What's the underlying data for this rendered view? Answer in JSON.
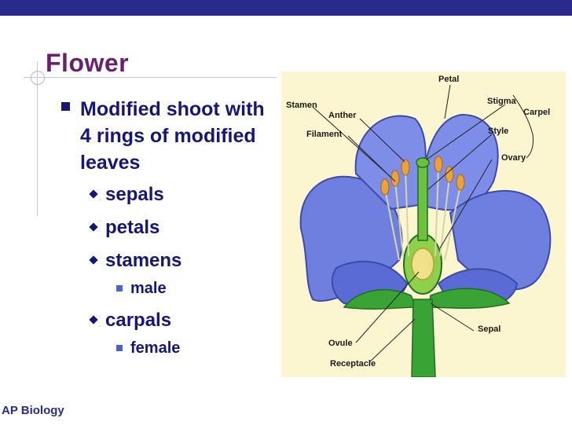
{
  "slide": {
    "title": "Flower",
    "footer": "AP Biology",
    "main_bullet": "Modified shoot with 4 rings of modified leaves",
    "items": [
      {
        "label": "sepals"
      },
      {
        "label": "petals"
      },
      {
        "label": "stamens",
        "sub": "male"
      },
      {
        "label": "carpals",
        "sub": "female"
      }
    ]
  },
  "figure": {
    "labels": {
      "petal": "Petal",
      "stamen": "Stamen",
      "anther": "Anther",
      "filament": "Filament",
      "stigma": "Stigma",
      "carpel": "Carpel",
      "style": "Style",
      "ovary": "Ovary",
      "sepal": "Sepal",
      "ovule": "Ovule",
      "receptacle": "Receptacle"
    }
  },
  "colors": {
    "title": "#6b1f6f",
    "text": "#16167a",
    "top_bar": "#2a2a8c",
    "petal": "#6f7fe0",
    "stem": "#3aa335",
    "anther": "#e9a33a",
    "figure_bg": "#fbf6cf"
  }
}
